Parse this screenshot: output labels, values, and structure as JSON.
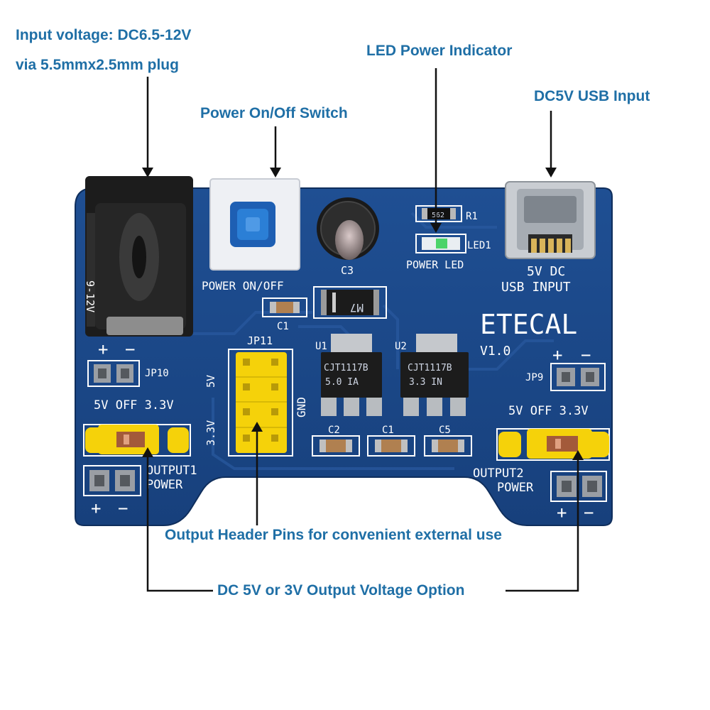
{
  "callouts": {
    "input_voltage_line1": "Input voltage: DC6.5-12V",
    "input_voltage_line2": "via 5.5mmx2.5mm plug",
    "led_indicator": "LED Power Indicator",
    "power_switch": "Power On/Off Switch",
    "usb_input": "DC5V USB Input",
    "header_pins": "Output Header Pins for convenient external use",
    "voltage_option": "DC 5V or 3V Output Voltage Option"
  },
  "board": {
    "brand": "ETECAL",
    "version": "V1.0",
    "power_switch_label": "POWER ON/OFF",
    "power_led_label": "POWER LED",
    "usb_label_line1": "5V DC",
    "usb_label_line2": "USB INPUT",
    "barrel_side_text": "9-12V",
    "r1": "R1",
    "r1_code": "562",
    "led1": "LED1",
    "c3": "C3",
    "c1_top": "C1",
    "diode_code": "M7",
    "jp11": "JP11",
    "jp10": "JP10",
    "jp9": "JP9",
    "u1": "U1",
    "u2": "U2",
    "u1_code_line1": "CJT1117B",
    "u1_code_line2": "5.0  IA",
    "u2_code_line1": "CJT1117B",
    "u2_code_line2": "3.3  IN",
    "c2": "C2",
    "c1": "C1",
    "c5": "C5",
    "jp11_5v": "5V",
    "jp11_33v": "3.3V",
    "gnd": "GND",
    "left_selector": "5V  OFF 3.3V",
    "right_selector": "5V  OFF 3.3V",
    "output1_line1": "OUTPUT1",
    "output1_line2": "POWER",
    "output2_line1": "OUTPUT2",
    "output2_line2": "POWER",
    "plus": "+",
    "minus": "−"
  },
  "colors": {
    "callout_text": "#1f6fa6",
    "pcb": "#1d4a8c",
    "pcb_dark": "#163c74",
    "silkscreen": "#ffffff",
    "jumper": "#f5d20a",
    "switch_button": "#2b7fd6"
  }
}
